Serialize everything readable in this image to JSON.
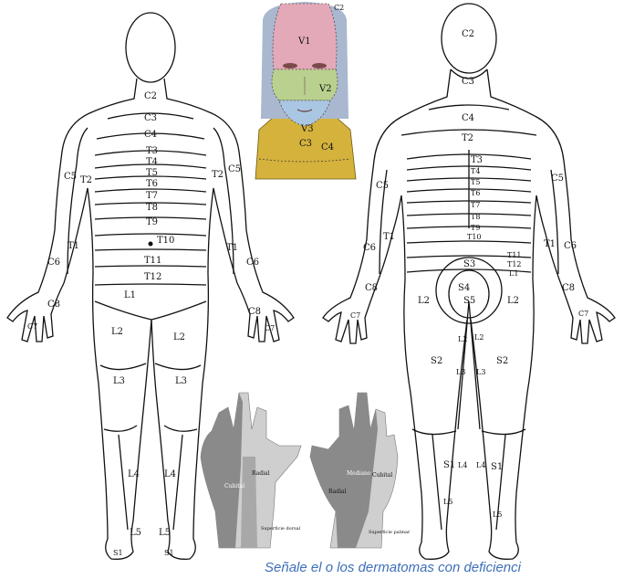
{
  "front_labels": [
    "C2",
    "C3",
    "C4",
    "T3",
    "T4",
    "T5",
    "T6",
    "T7",
    "T8",
    "T9",
    "T10",
    "T11",
    "T12",
    "L1",
    "L2",
    "L2",
    "L3",
    "L3",
    "L4",
    "L4",
    "L5",
    "L5",
    "S1",
    "S1",
    "C5",
    "C5",
    "T2",
    "T2",
    "T1",
    "T1",
    "C6",
    "C6",
    "C8",
    "C8",
    "C7",
    "C7"
  ],
  "back_labels": [
    "C2",
    "C3",
    "C4",
    "T2",
    "T3",
    "T4",
    "T5",
    "T6",
    "T7",
    "T8",
    "T9",
    "T10",
    "T11",
    "T12",
    "L1",
    "S3",
    "S4",
    "S5",
    "L2",
    "L2",
    "L2",
    "L2",
    "S2",
    "S2",
    "L3",
    "L3",
    "S1",
    "S1",
    "L4",
    "L4",
    "L5",
    "L5",
    "C5",
    "C5",
    "C6",
    "C6",
    "T1",
    "T1",
    "C8",
    "C8",
    "C7",
    "C7"
  ],
  "face_labels": [
    "C2",
    "V1",
    "V2",
    "V3",
    "C3",
    "C4"
  ],
  "hand_labels": [
    "Cubital",
    "Radial",
    "Superficie dorsal",
    "Mediano",
    "Cubital",
    "Radial",
    "Superficie palmar"
  ],
  "caption": "Señale el o los dermatomas con deficienci",
  "colors": {
    "v1": "#e4a9b8",
    "v2": "#b9d08e",
    "v3": "#a9c6e2",
    "neck": "#d4b23c",
    "hand_dark": "#8a8a8a",
    "hand_light": "#cfcfcf",
    "caption": "#3d6fb8"
  }
}
